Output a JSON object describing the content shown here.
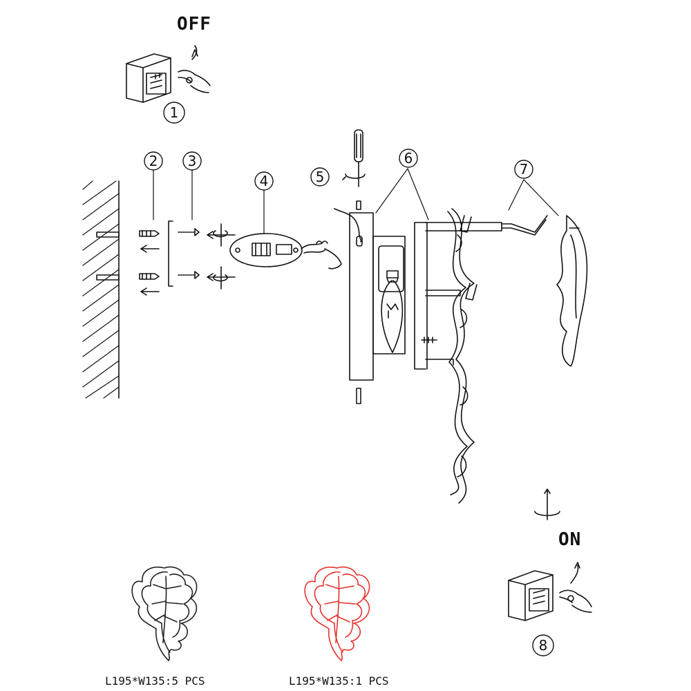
{
  "switch_off": {
    "label": "OFF"
  },
  "switch_on": {
    "label": "ON"
  },
  "steps": [
    "1",
    "2",
    "3",
    "4",
    "5",
    "6",
    "7",
    "8"
  ],
  "parts": [
    {
      "caption": "L195*W135:5 PCS",
      "color": "#222222"
    },
    {
      "caption": "L195*W135:1 PCS",
      "color": "#e5322d"
    }
  ],
  "colors": {
    "line": "#111111",
    "accent_leaf": "#e5322d"
  }
}
